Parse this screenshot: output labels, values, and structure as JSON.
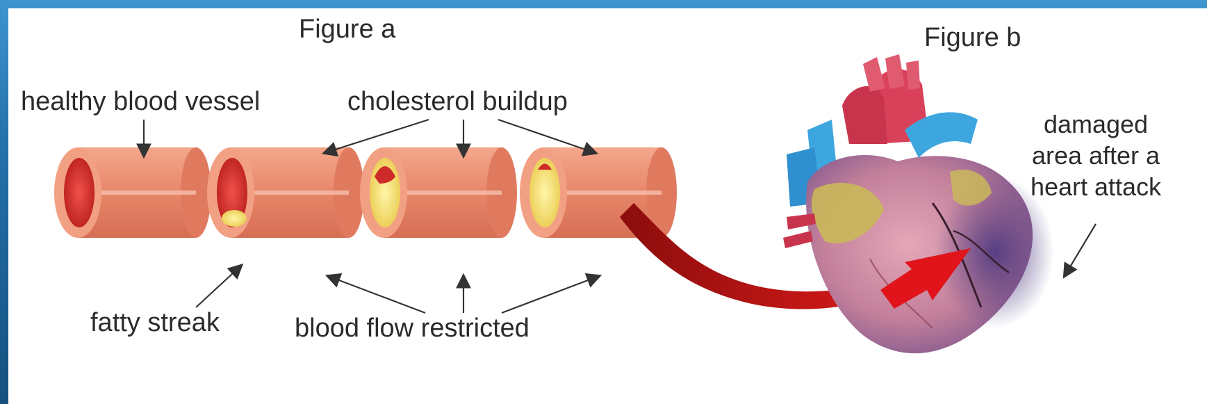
{
  "figure_a": {
    "title": "Figure a",
    "labels": {
      "healthy": "healthy blood vessel",
      "cholesterol": "cholesterol buildup",
      "fatty_streak": "fatty streak",
      "restricted": "blood flow restricted"
    }
  },
  "figure_b": {
    "title": "Figure b",
    "damaged_lines": [
      "damaged",
      "area after a",
      "heart attack"
    ]
  },
  "colors": {
    "frame_blue": "#1f6aa5",
    "vessel_wall": "#e8876a",
    "vessel_inner": "#d32f2f",
    "plaque": "#f3df6a",
    "arrow_red": "#c41616",
    "heart_pink": "#c9899b",
    "heart_purple": "#5b3d80",
    "vein_blue": "#3ea6df",
    "fat_yellow": "#c9b85a"
  }
}
